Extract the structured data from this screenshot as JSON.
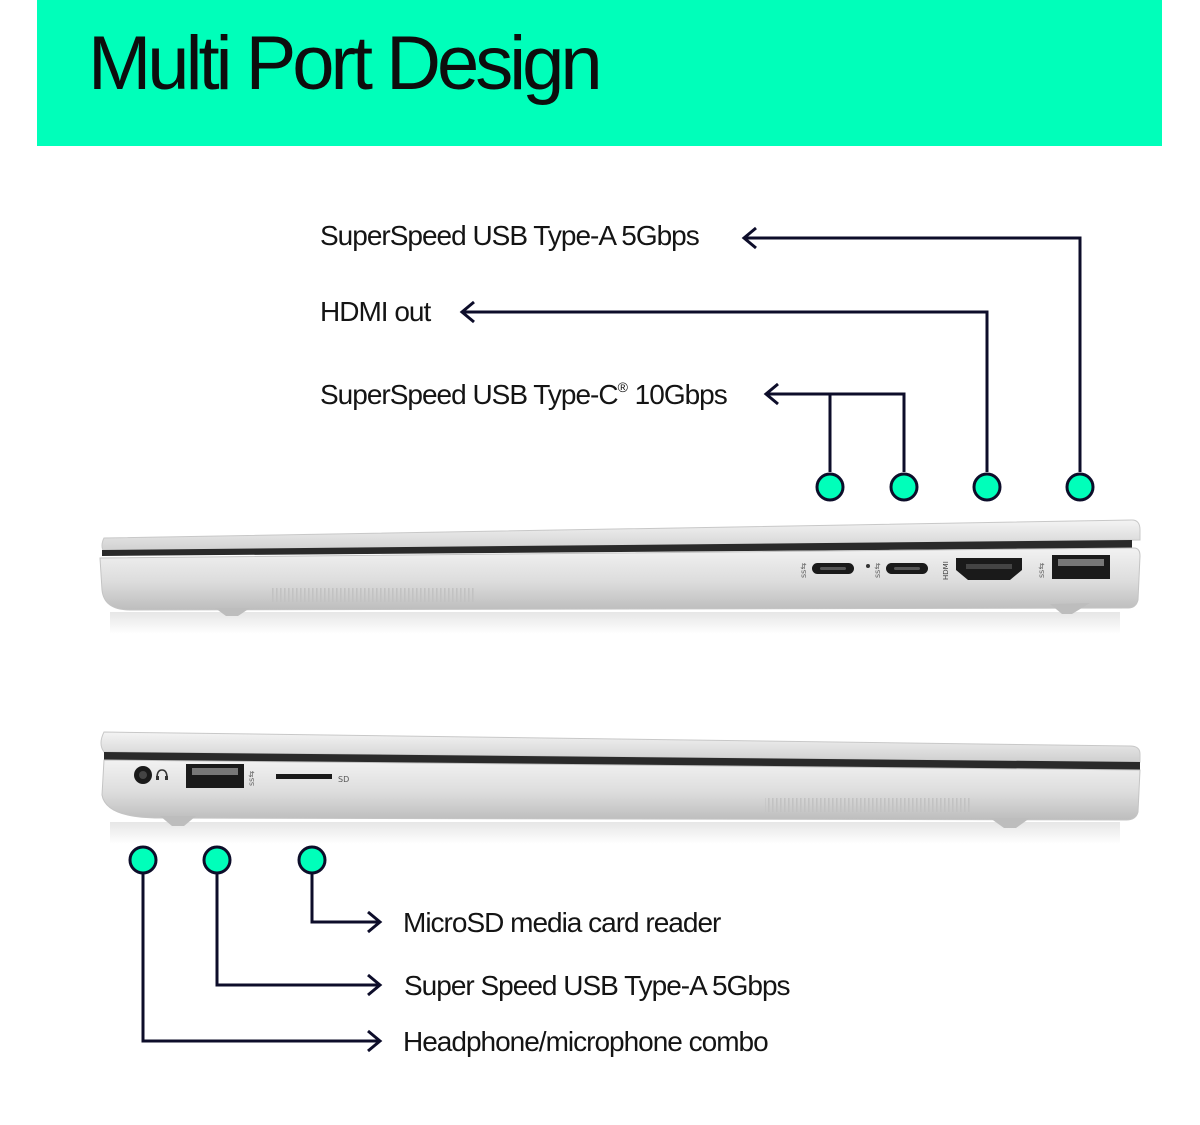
{
  "colors": {
    "accent": "#00ffba",
    "ink": "#0d0d2a",
    "chassis": "#d8d8d8"
  },
  "banner": {
    "title": "Multi Port Design"
  },
  "right_side_ports": [
    {
      "id": "usb-a-right",
      "label": "SuperSpeed USB Type-A 5Gbps"
    },
    {
      "id": "hdmi",
      "label": "HDMI out"
    },
    {
      "id": "usb-c",
      "label": "SuperSpeed USB Type-C",
      "label_mark": "®",
      "label_tail": " 10Gbps"
    }
  ],
  "left_side_ports": [
    {
      "id": "microsd",
      "label": "MicroSD media card reader"
    },
    {
      "id": "usb-a-left",
      "label": "Super Speed USB Type-A 5Gbps"
    },
    {
      "id": "audio",
      "label": "Headphone/microphone combo"
    }
  ],
  "port_markings": {
    "sd": "SD"
  }
}
